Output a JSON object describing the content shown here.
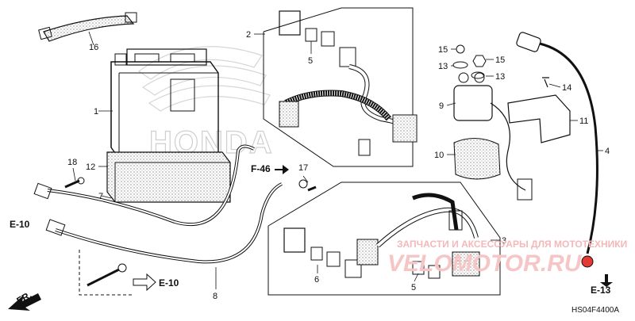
{
  "diagram_code": "HS04F4400A",
  "watermark": {
    "brand_mark": "HONDA",
    "site_text": "ЗАПЧАСТИ И АКСЕССУАРЫ ДЛЯ МОТОТЕХНИКИ",
    "site_logo": "VELOMOTOR.RU"
  },
  "part_callouts": [
    "1",
    "2",
    "3",
    "4",
    "5",
    "5",
    "6",
    "7",
    "8",
    "9",
    "10",
    "11",
    "12",
    "13",
    "13",
    "14",
    "15",
    "15",
    "16",
    "17",
    "18"
  ],
  "ref_labels": {
    "f46": "F-46",
    "e10_left": "E-10",
    "e10_bottom": "E-10",
    "e13": "E-13",
    "front": "FR."
  },
  "colors": {
    "line": "#111111",
    "watermark_red": "#e53935",
    "honda_outline": "#cfcfcf"
  }
}
